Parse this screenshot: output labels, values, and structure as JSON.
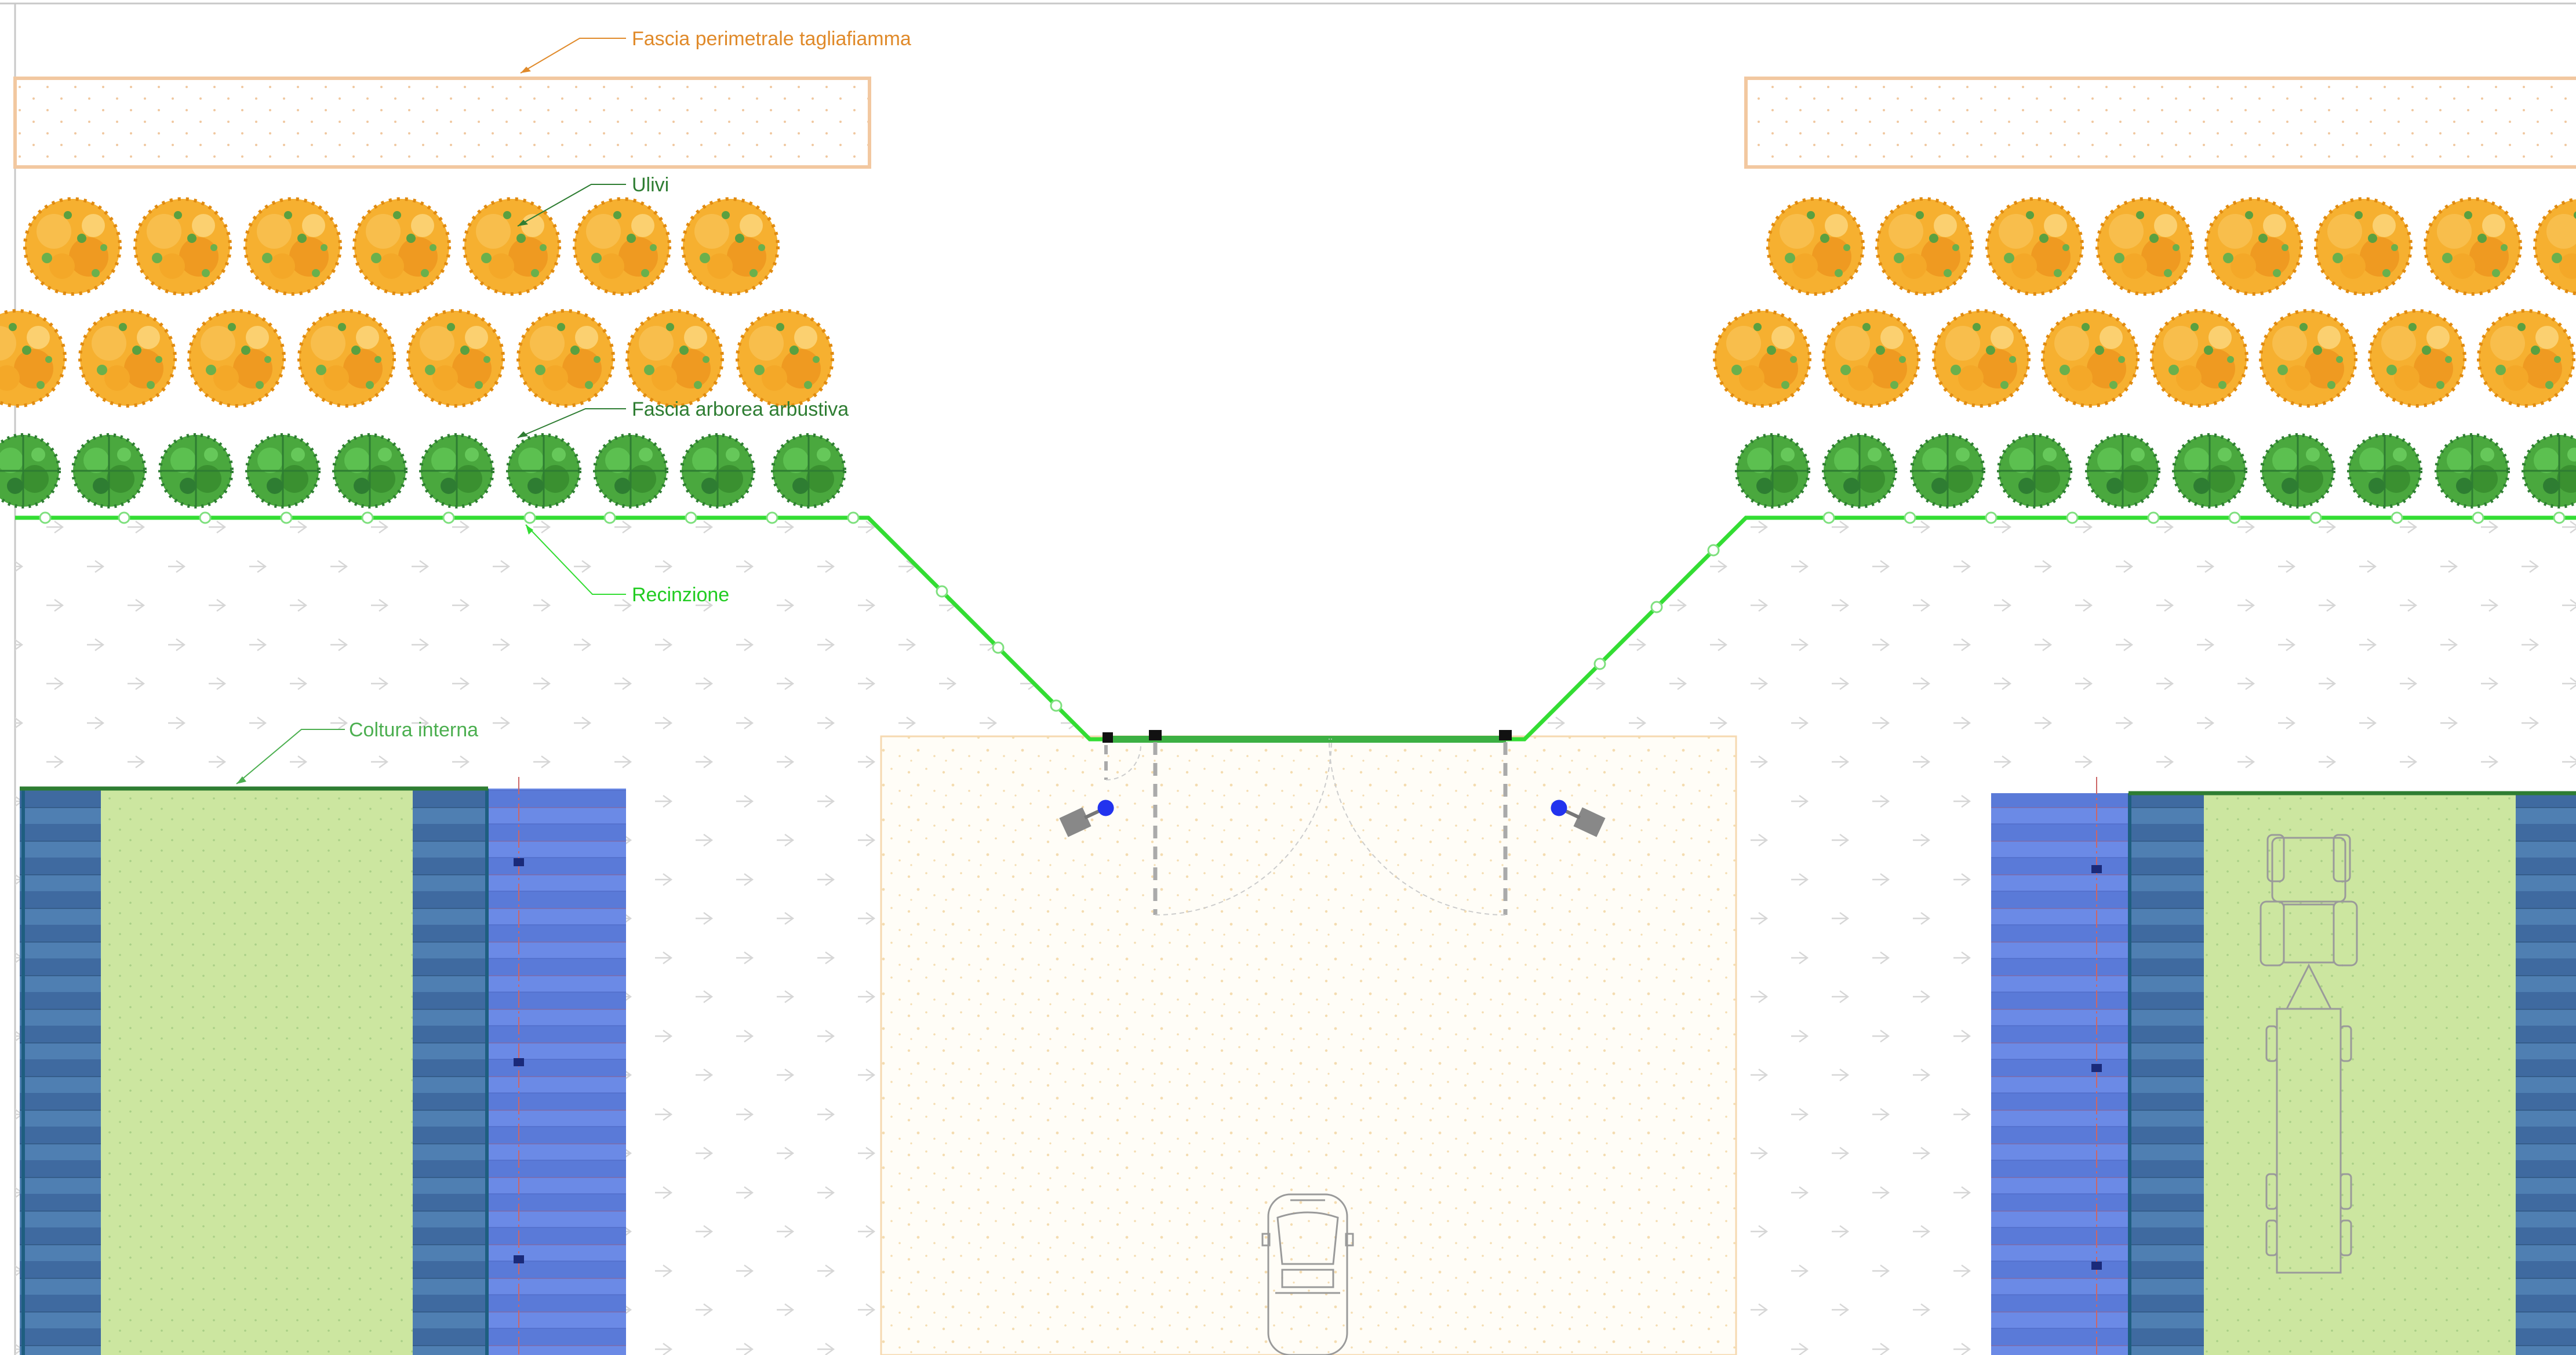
{
  "labels": {
    "firebreak": "Fascia perimetrale tagliafiamma",
    "olives": "Ulivi",
    "shrubs": "Fascia arborea arbustiva",
    "fence": "Recinzione",
    "internal_crop": "Coltura interna"
  },
  "colors": {
    "firebreak": "#e08a2a",
    "olives": "#2e7d32",
    "shrubs": "#2e7d32",
    "fence": "#33dd33",
    "internal_crop": "#4caf50",
    "olive_canopy": "#f2a020",
    "shrub_canopy": "#3a9a3a",
    "crop_field": "#cce6a0",
    "solar_panel": "#4a6fd0",
    "gravel": "#fffdf6"
  },
  "icons": [
    "olive-tree-icon",
    "shrub-icon",
    "camera-icon",
    "car-icon",
    "tractor-icon"
  ]
}
